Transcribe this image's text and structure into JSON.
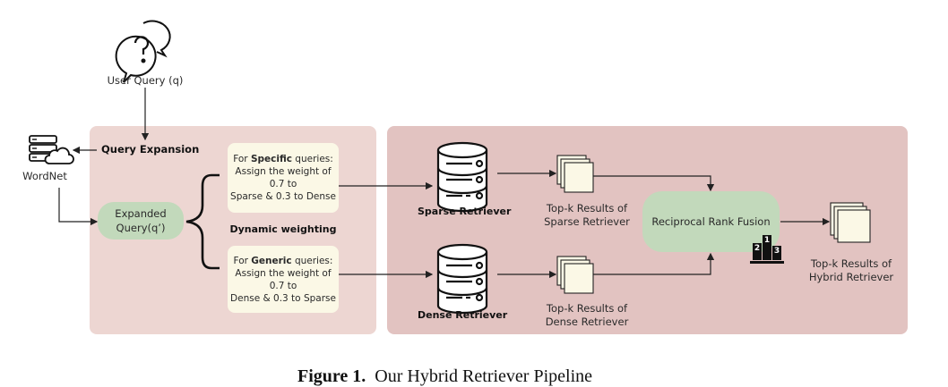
{
  "user_query": {
    "label": "User Query (q)",
    "icon": "question-chat-icon"
  },
  "wordnet": {
    "label": "WordNet",
    "icon": "server-cloud-icon"
  },
  "query_expansion": {
    "label": "Query Expansion"
  },
  "expanded_query": {
    "line1": "Expanded",
    "line2": "Query(q’)"
  },
  "dynamic_weighting": {
    "label": "Dynamic weighting",
    "specific": {
      "prefix": "For ",
      "keyword": "Specific",
      "suffix": " queries:",
      "line2": "Assign the weight of 0.7 to",
      "line3": "Sparse & 0.3 to Dense"
    },
    "generic": {
      "prefix": "For ",
      "keyword": "Generic",
      "suffix": " queries:",
      "line2": "Assign the weight of 0.7 to",
      "line3": "Dense & 0.3 to Sparse"
    }
  },
  "sparse_retriever": {
    "label": "Sparse Retriever",
    "icon": "database-icon"
  },
  "dense_retriever": {
    "label": "Dense Retriever",
    "icon": "database-icon"
  },
  "sparse_results": {
    "line1": "Top-k Results of",
    "line2": "Sparse Retriever",
    "icon": "documents-stack-icon"
  },
  "dense_results": {
    "line1": "Top-k Results of",
    "line2": "Dense Retriever",
    "icon": "documents-stack-icon"
  },
  "rrf": {
    "label": "Reciprocal Rank Fusion",
    "icon": "podium-icon",
    "podium": [
      "2",
      "1",
      "3"
    ]
  },
  "hybrid_results": {
    "line1": "Top-k Results of",
    "line2": "Hybrid Retriever",
    "icon": "documents-stack-icon"
  },
  "caption": {
    "prefix": "Figure 1.",
    "text": "Our Hybrid Retriever Pipeline"
  },
  "colors": {
    "left_panel": "#EDD6D2",
    "right_panel": "#E2C3C1",
    "green_node": "#C2D9BB",
    "cream_box": "#FBF8E6"
  }
}
